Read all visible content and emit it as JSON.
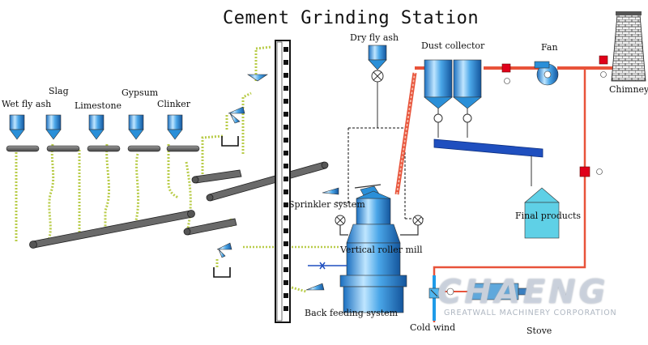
{
  "title": "Cement Grinding Station",
  "labels": {
    "wet_fly_ash": "Wet fly ash",
    "slag": "Slag",
    "limestone": "Limestone",
    "gypsum": "Gypsum",
    "clinker": "Clinker",
    "dry_fly_ash": "Dry fly ash",
    "dust_collector": "Dust collector",
    "fan": "Fan",
    "chimney": "Chimney",
    "final_products": "Final products",
    "sprinkler_system": "Sprinkler system",
    "vertical_roller_mill": "Vertical roller mill",
    "back_feeding_system": "Back feeding system",
    "cold_wind": "Cold wind",
    "stove": "Stove"
  },
  "watermark": {
    "brand": "CHAENG",
    "company": "GREATWALL MACHINERY CORPORATION"
  },
  "colors": {
    "equipment_blue": "#2a8fd8",
    "hot_air_red": "#e8533a",
    "material_green": "#b9cc4a",
    "conveyor_gray": "#5f5f5f",
    "final_product_cyan": "#5fd0e6",
    "dust_bar_blue": "#1f4fbf"
  }
}
